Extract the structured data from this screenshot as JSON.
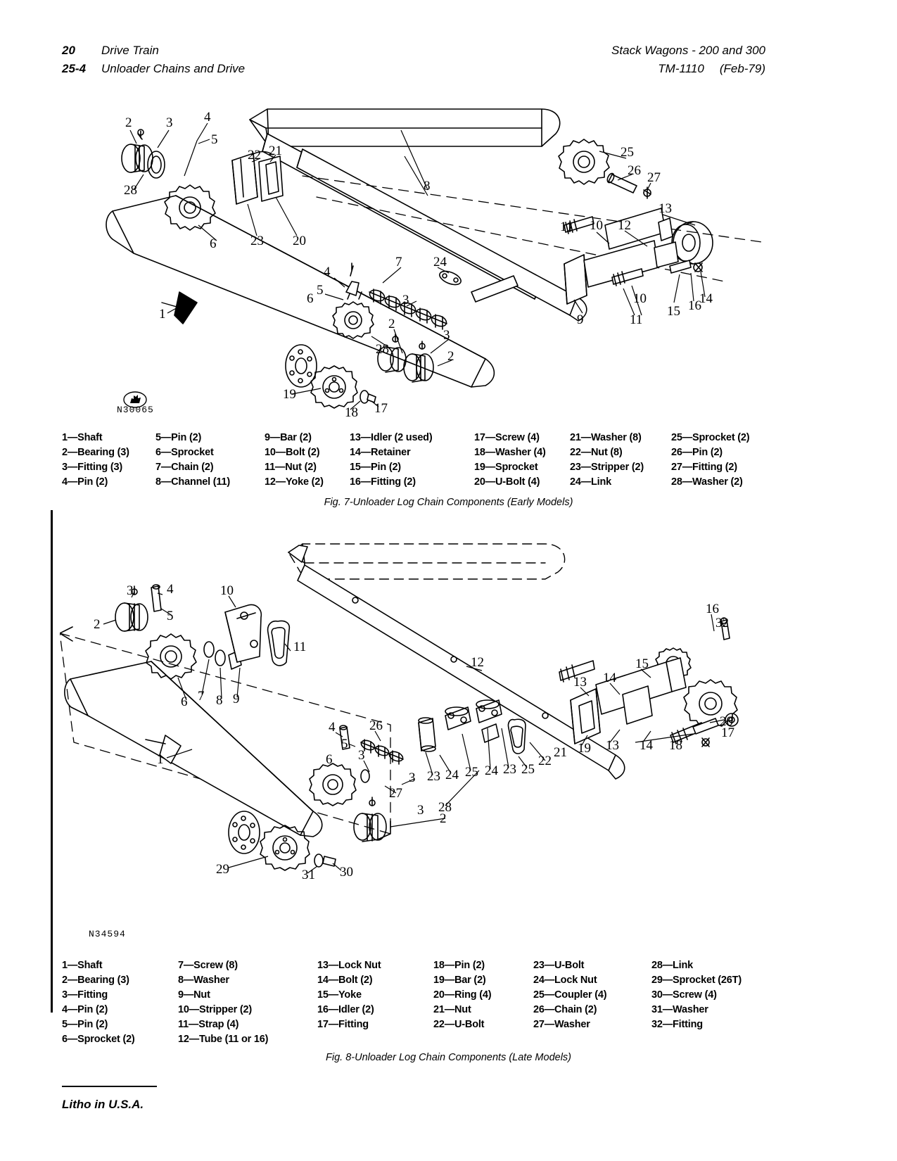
{
  "header": {
    "left_line1_num": "20",
    "left_line1_text": "Drive Train",
    "left_line2_num": "25-4",
    "left_line2_text": "Unloader Chains and Drive",
    "right_line1": "Stack Wagons  -  200 and 300",
    "right_line2_manual": "TM-1110",
    "right_line2_date": "(Feb-79)"
  },
  "figure7": {
    "drawing_number": "N30065",
    "logo_name": "john-deere-deer-logo",
    "caption": "Fig. 7-Unloader Log Chain Components (Early Models)",
    "callouts": [
      "1",
      "2",
      "2",
      "2",
      "3",
      "3",
      "3",
      "4",
      "4",
      "5",
      "5",
      "6",
      "6",
      "7",
      "8",
      "9",
      "10",
      "10",
      "11",
      "11",
      "12",
      "13",
      "14",
      "15",
      "16",
      "17",
      "18",
      "19",
      "20",
      "21",
      "22",
      "23",
      "24",
      "25",
      "26",
      "27",
      "28",
      "28"
    ],
    "parts": [
      [
        "1—Shaft",
        "2—Bearing (3)",
        "3—Fitting (3)",
        "4—Pin (2)"
      ],
      [
        "5—Pin (2)",
        "6—Sprocket",
        "7—Chain (2)",
        "8—Channel (11)"
      ],
      [
        "9—Bar (2)",
        "10—Bolt (2)",
        "11—Nut (2)",
        "12—Yoke (2)"
      ],
      [
        "13—Idler (2 used)",
        "14—Retainer",
        "15—Pin (2)",
        "16—Fitting (2)"
      ],
      [
        "17—Screw (4)",
        "18—Washer (4)",
        "19—Sprocket",
        "20—U-Bolt (4)"
      ],
      [
        "21—Washer (8)",
        "22—Nut (8)",
        "23—Stripper (2)",
        "24—Link"
      ],
      [
        "25—Sprocket (2)",
        "26—Pin (2)",
        "27—Fitting (2)",
        "28—Washer (2)"
      ]
    ]
  },
  "figure8": {
    "drawing_number": "N34594",
    "caption": "Fig. 8-Unloader Log Chain Components (Late Models)",
    "callouts": [
      "1",
      "2",
      "3",
      "3",
      "4",
      "4",
      "5",
      "5",
      "6",
      "6",
      "7",
      "8",
      "9",
      "10",
      "11",
      "12",
      "13",
      "13",
      "14",
      "14",
      "15",
      "16",
      "17",
      "18",
      "19",
      "20",
      "21",
      "22",
      "23",
      "23",
      "24",
      "24",
      "25",
      "25",
      "26",
      "27",
      "28",
      "29",
      "30",
      "31",
      "32"
    ],
    "parts": [
      [
        "1—Shaft",
        "2—Bearing (3)",
        "3—Fitting",
        "4—Pin (2)",
        "5—Pin (2)",
        "6—Sprocket (2)"
      ],
      [
        "7—Screw (8)",
        "8—Washer",
        "9—Nut",
        "10—Stripper (2)",
        "11—Strap (4)",
        "12—Tube (11 or 16)"
      ],
      [
        "13—Lock Nut",
        "14—Bolt (2)",
        "15—Yoke",
        "16—Idler (2)",
        "17—Fitting",
        ""
      ],
      [
        "18—Pin (2)",
        "19—Bar (2)",
        "20—Ring (4)",
        "21—Nut",
        "22—U-Bolt",
        ""
      ],
      [
        "23—U-Bolt",
        "24—Lock Nut",
        "25—Coupler (4)",
        "26—Chain (2)",
        "27—Washer",
        ""
      ],
      [
        "28—Link",
        "29—Sprocket (26T)",
        "30—Screw (4)",
        "31—Washer",
        "32—Fitting",
        ""
      ]
    ]
  },
  "footer": {
    "litho": "Litho in U.S.A."
  },
  "colors": {
    "ink": "#000000",
    "paper": "#ffffff"
  }
}
